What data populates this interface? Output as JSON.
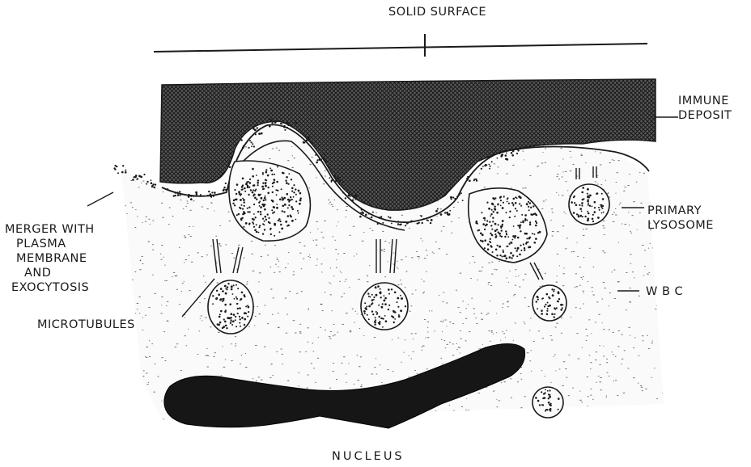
{
  "labels": {
    "solid_surface": "SOLID SURFACE",
    "immune_deposit": [
      "IMMUNE",
      "DEPOSIT"
    ],
    "primary_lysosome": [
      "PRIMARY",
      "LYSOSOME"
    ],
    "merger": [
      "MERGER WITH",
      "PLASMA",
      "MEMBRANE",
      "AND",
      "EXOCYTOSIS"
    ],
    "microtubules": "MICROTUBULES",
    "wbc": "W B C",
    "nucleus": "NUCLEUS"
  },
  "colors": {
    "ink": "#1a1a1a",
    "background": "#ffffff",
    "deposit_fill": "#3a3a3a",
    "cell": "#f7f7f7"
  }
}
